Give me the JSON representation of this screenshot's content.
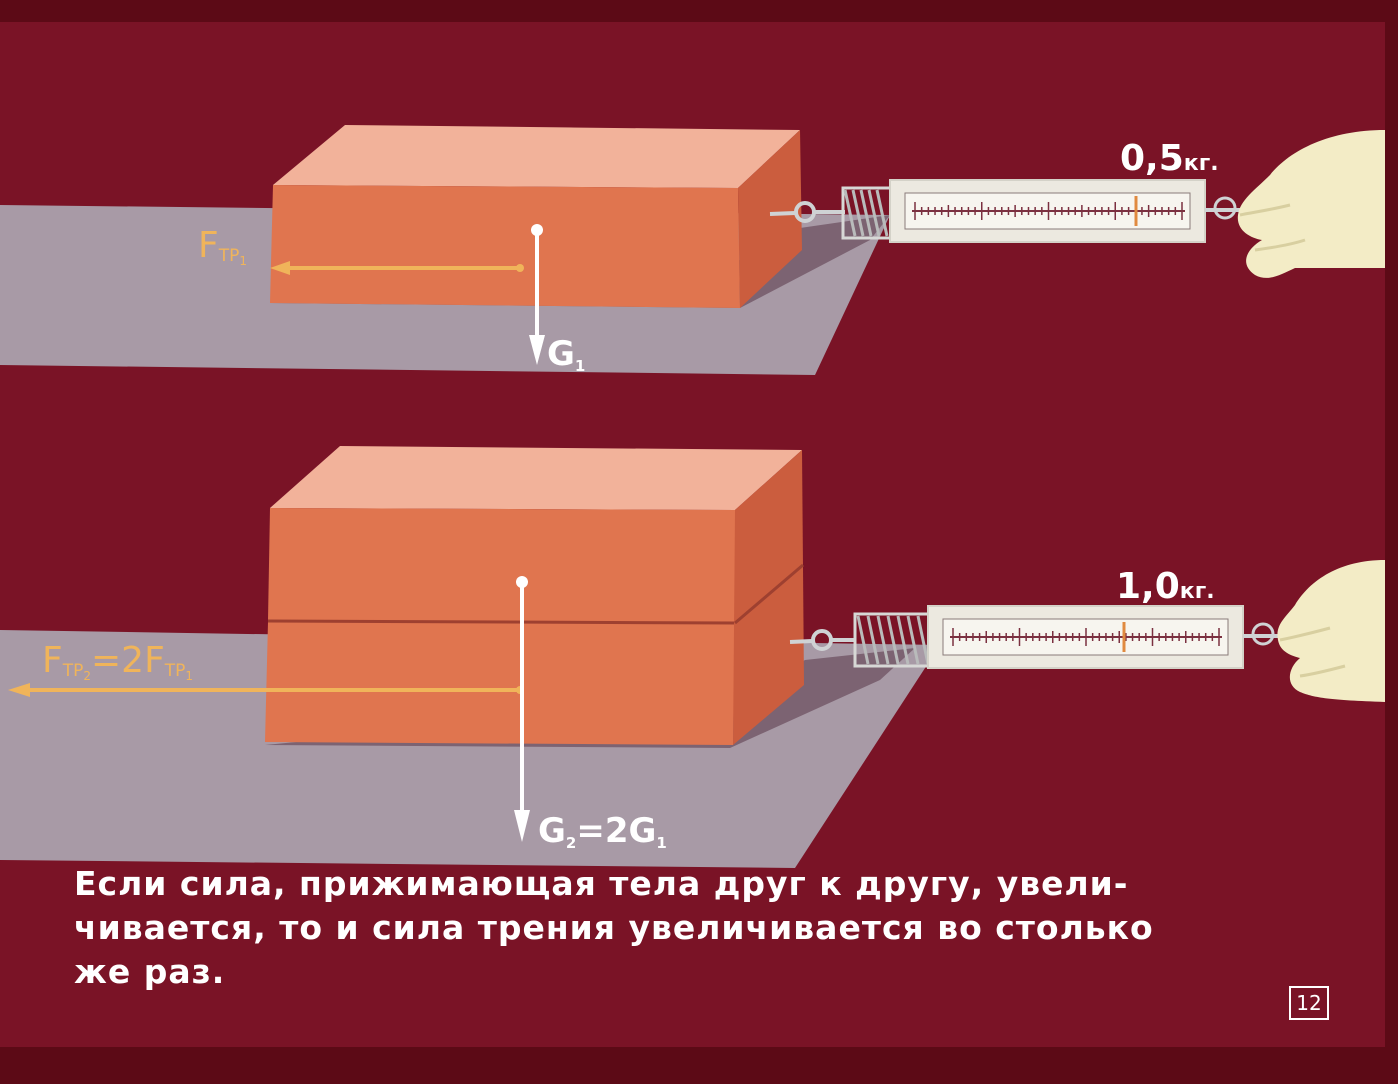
{
  "colors": {
    "frame": "#5c0a16",
    "background": "#7a1326",
    "surface": "#a89aa6",
    "shadow": "#7c6372",
    "block_front": "#e0754f",
    "block_top": "#f2b29a",
    "block_side": "#cb5d3e",
    "friction_arrow": "#f0b45a",
    "weight_arrow": "#ffffff",
    "scale_body": "#ece9e0"
  },
  "diagram": {
    "top": {
      "reading": "0,5",
      "unit": "кг.",
      "weight_label": "G",
      "weight_sub": "1",
      "friction_label": "F",
      "friction_label_sub": "ТР",
      "friction_label_sub2": "1"
    },
    "bottom": {
      "reading": "1,0",
      "unit": "кг.",
      "weight_label_a": "G",
      "weight_sub_a": "2",
      "weight_eq": "=2G",
      "weight_sub_b": "1",
      "friction_label_a": "F",
      "friction_sub_a": "ТР",
      "friction_sub_a2": "2",
      "friction_eq": "=2F",
      "friction_sub_b": "ТР",
      "friction_sub_b2": "1"
    }
  },
  "caption": {
    "line1": "Если сила, прижимающая тела друг к другу, увели-",
    "line2": "чивается, то и сила трения увеличивается во столько",
    "line3": "же раз."
  },
  "page_number": "12"
}
